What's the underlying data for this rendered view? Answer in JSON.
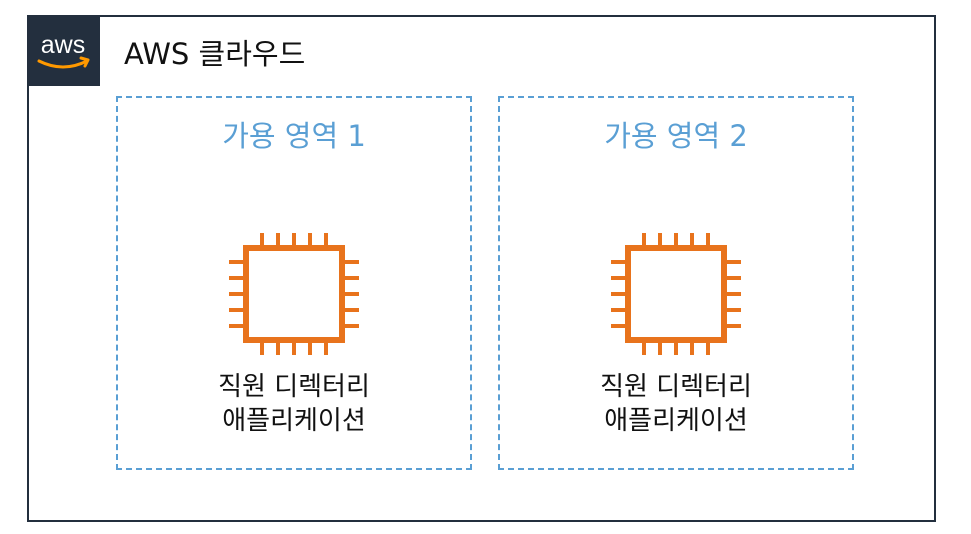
{
  "cloud": {
    "logo_text": "aws",
    "title": "AWS 클라우드"
  },
  "zones": [
    {
      "title": "가용 영역 1",
      "app_line1": "직원 디렉터리",
      "app_line2": "애플리케이션"
    },
    {
      "title": "가용 영역 2",
      "app_line1": "직원 디렉터리",
      "app_line2": "애플리케이션"
    }
  ],
  "icons": {
    "aws_logo": "aws-logo-icon",
    "instance": "ec2-instance-chip-icon"
  },
  "colors": {
    "cloud_border": "#232f3e",
    "logo_bg": "#232f3e",
    "logo_smile": "#ff9900",
    "zone_border": "#5a9fd4",
    "zone_title": "#5a9fd4",
    "chip": "#e8731c"
  }
}
